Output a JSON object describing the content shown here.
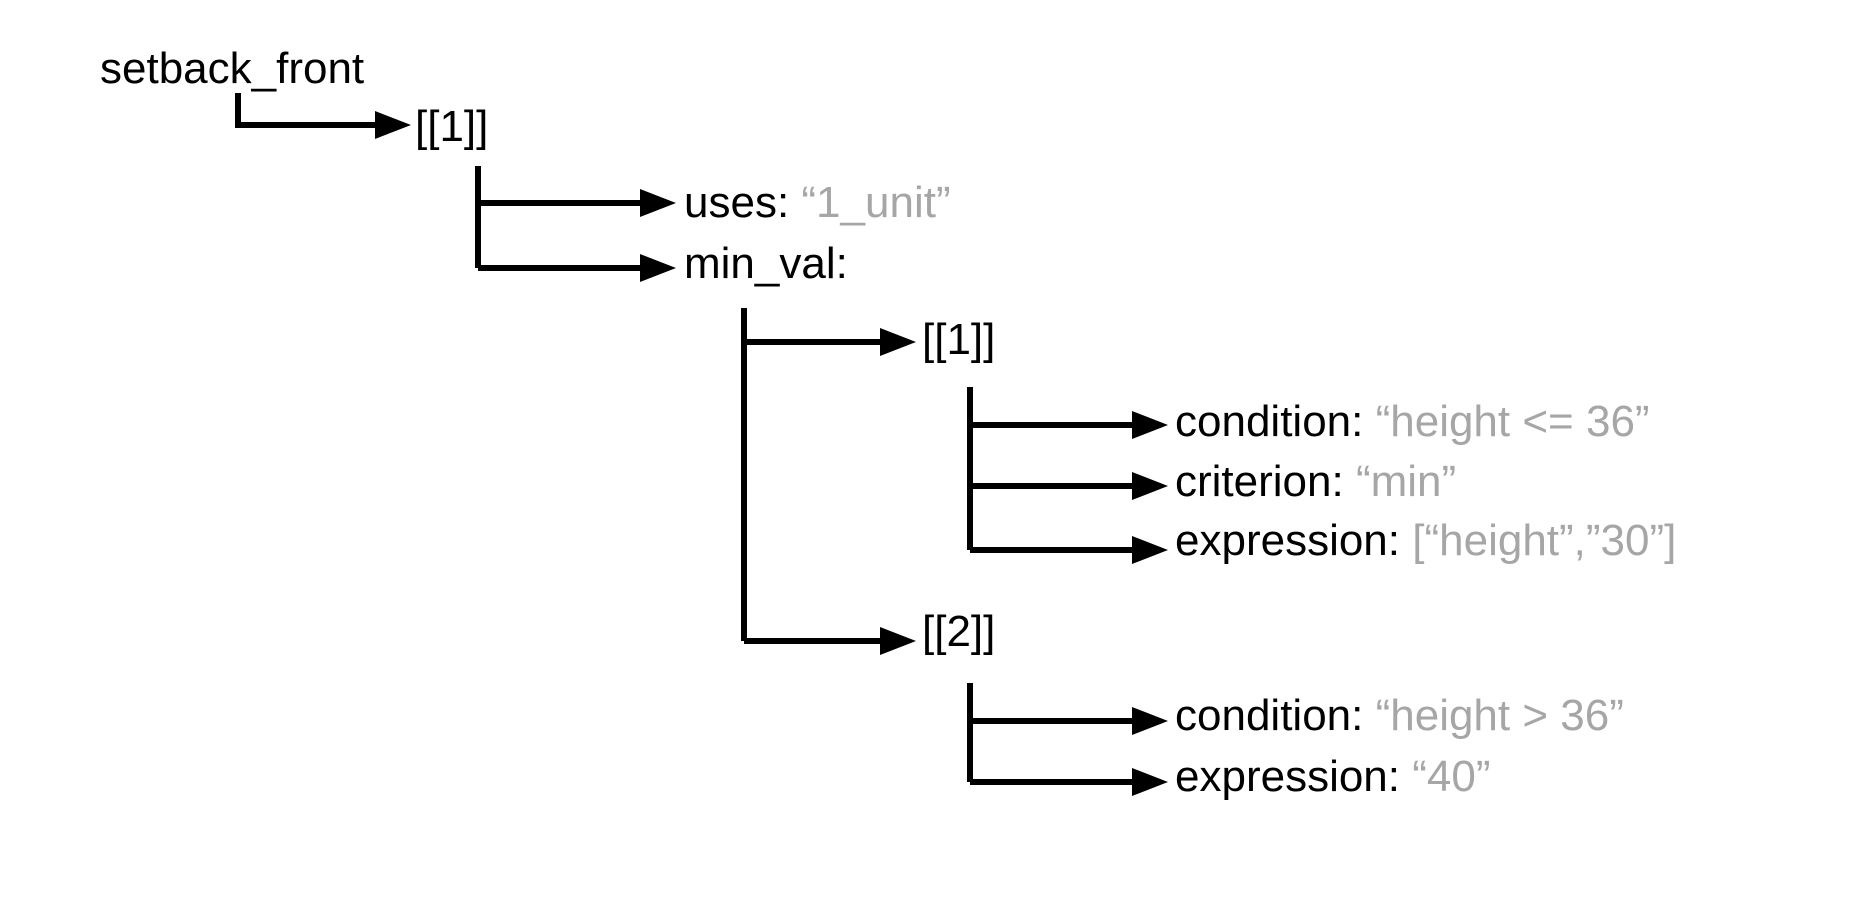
{
  "colors": {
    "key": "#000000",
    "value": "#a6a6a6",
    "connector": "#000000",
    "background": "#ffffff"
  },
  "nodes": {
    "root": {
      "key": "setback_front"
    },
    "item_1": {
      "key": "[[1]]"
    },
    "uses": {
      "key": "uses:",
      "value": "“1_unit”"
    },
    "min_val": {
      "key": "min_val:"
    },
    "min_item_1": {
      "key": "[[1]]"
    },
    "cond_1": {
      "key": "condition:",
      "value": "“height <= 36”"
    },
    "crit_1": {
      "key": "criterion:",
      "value": "“min”"
    },
    "expr_1": {
      "key": "expression:",
      "value": "[“height”,”30”]"
    },
    "min_item_2": {
      "key": "[[2]]"
    },
    "cond_2": {
      "key": "condition:",
      "value": "“height > 36”"
    },
    "expr_2": {
      "key": "expression:",
      "value": "“40”"
    }
  }
}
